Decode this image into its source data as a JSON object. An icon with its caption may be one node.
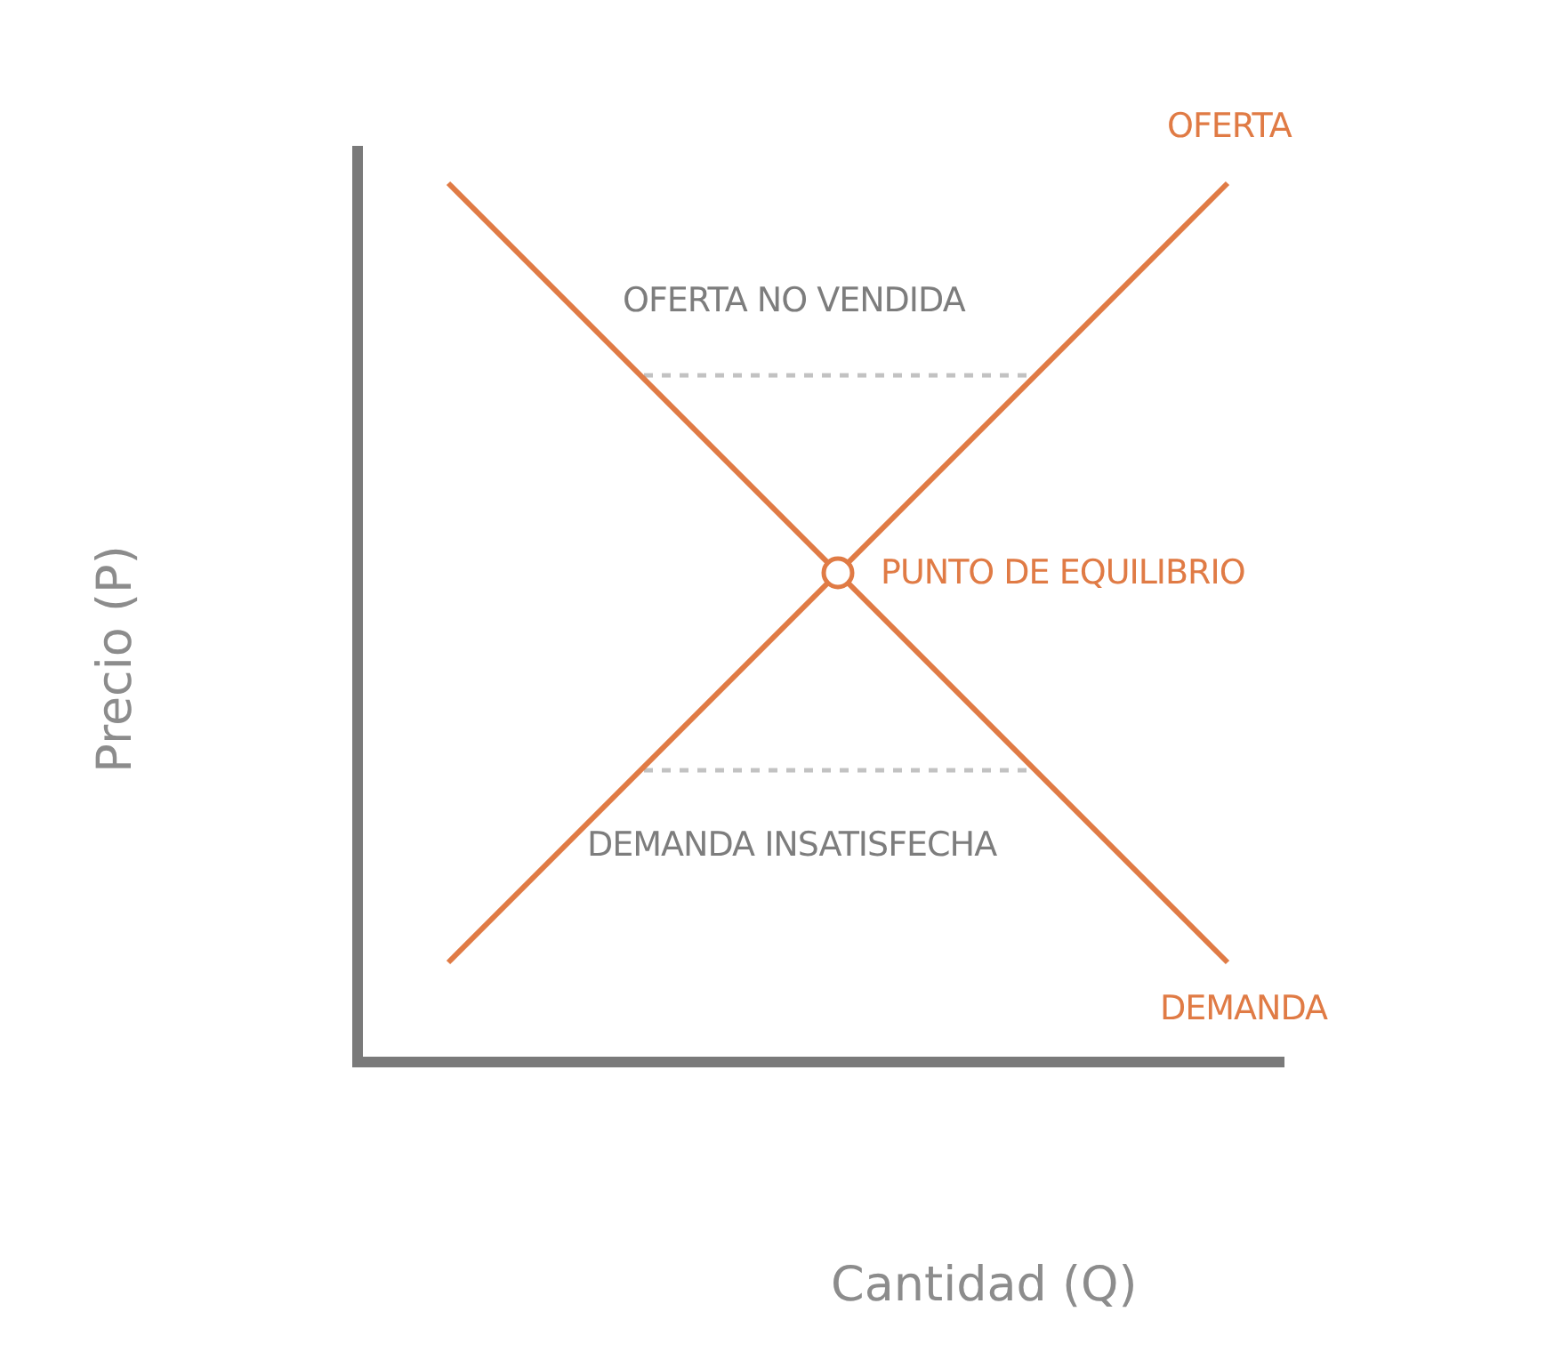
{
  "diagram": {
    "labels": [
      "OFERTA",
      "OFERTA NO VENDIDA",
      "PUNTO DE EQUILIBRIO",
      "Precio (P)",
      "DEMANDA INSATISFECHA",
      "DEMANDA",
      "Cantidad (Q)"
    ]
  }
}
